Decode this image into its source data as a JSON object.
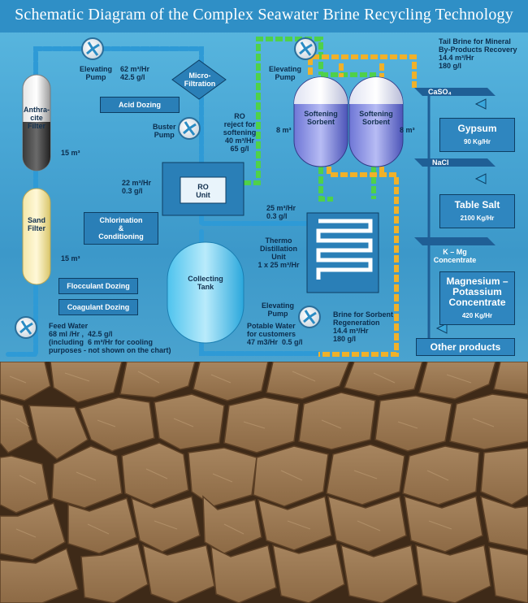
{
  "title": "Schematic Diagram of the Complex Seawater Brine Recycling Technology",
  "pumps": {
    "elevating_1": "Elevating\nPump",
    "elevating_2": "Elevating\nPump",
    "elevating_3": "Elevating\nPump",
    "buster": "Buster\nPump"
  },
  "labels": {
    "flow_top": "62 m³/Hr\n42.5 g/l",
    "microfiltration": "Micro-\nFiltration",
    "acid_dozing": "Acid Dozing",
    "ro_reject": "RO\nreject for\nsoftening\n40 m³/Hr\n65 g/l",
    "ro_in": "22 m³/Hr\n0.3 g/l",
    "ro_unit": "RO\nUnit",
    "chlorination": "Chlorination\n&\nConditioning",
    "anthracite": "Anthra-\ncite\nFilter",
    "anthracite_vol": "15 m³",
    "sand": "Sand\nFilter",
    "sand_vol": "15 m³",
    "flocculant": "Flocculant Dozing",
    "coagulant": "Coagulant Dozing",
    "feed_water": "Feed Water\n68 ml /Hr ,  42.5 g/l\n(including  6 m³/Hr for cooling\npurposes - not shown on the chart)",
    "collecting": "Collecting\nTank",
    "potable": "Potable Water\nfor customers\n47 m3/Hr  0.5 g/l",
    "softening_1": "Softening\nSorbent",
    "softening_2": "Softening\nSorbent",
    "vol_left": "8 m³",
    "vol_right": "8 m³",
    "thermo_flow": "25 m³/Hr\n0.3 g/l",
    "thermo": "Thermo\nDistillation\nUnit\n1 x 25 m³/Hr",
    "brine_regen": "Brine for Sorbent\nRegeneration\n14.4 m³/Hr\n180 g/l",
    "tail_brine": "Tail Brine for Mineral\nBy-Products Recovery\n14.4 m³/Hr\n180 g/l",
    "caso4": "CaSO₄",
    "nacl": "NaCl",
    "kmg": "K – Mg\nConcentrate"
  },
  "products": {
    "gypsum": {
      "name": "Gypsum",
      "amount": "90 Kg/Hr"
    },
    "salt": {
      "name": "Table Salt",
      "amount": "2100 Kg/Hr"
    },
    "mgk": {
      "name": "Magnesium –\nPotassium\nConcentrate",
      "amount": "420 Kg/Hr"
    },
    "other": "Other products"
  },
  "colors": {
    "seawater_pipe": "#2e9ad6",
    "brine_pipe": "#f0b12a",
    "reject_pipe": "#4fd14a",
    "product_box": "#2f86bf"
  }
}
